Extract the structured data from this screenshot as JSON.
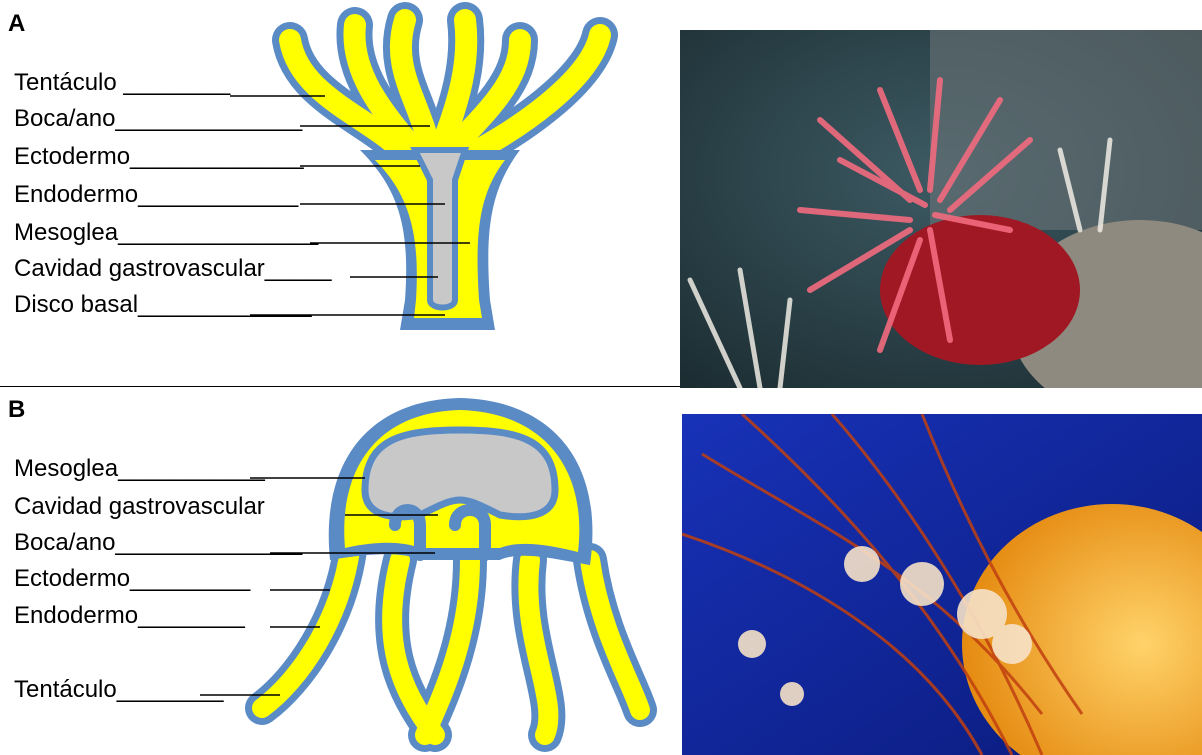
{
  "panelA": {
    "letter": "A",
    "labels": [
      "Tentáculo ________",
      "Boca/ano______________",
      "Ectodermo_____________",
      "Endodermo____________",
      "Mesoglea_______________",
      "Cavidad gastrovascular_____",
      "Disco basal_____________"
    ]
  },
  "panelB": {
    "letter": "B",
    "labels": [
      "Mesoglea___________",
      "Cavidad gastrovascular",
      "Boca/ano______________",
      "Ectodermo_________",
      "Endodermo________",
      "Tentáculo________"
    ]
  },
  "colors": {
    "ectoderm": "#5b8bc5",
    "mesoglea": "#ffff00",
    "cavity": "#c8c8c8",
    "endoderm_line": "#ffffff"
  }
}
